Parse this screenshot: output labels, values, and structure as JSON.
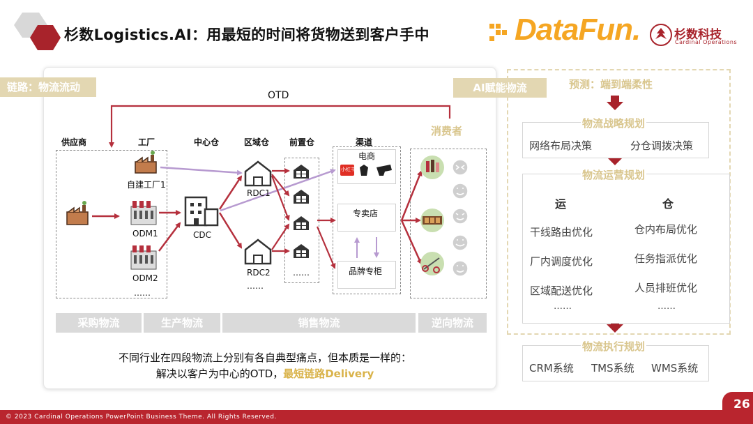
{
  "header": {
    "title": "杉数Logistics.AI：用最短的时间将货物送到客户手中",
    "logo_datafun": "DataFun.",
    "logo_cardinal_cn": "杉数科技",
    "logo_cardinal_en": "Cardinal Operations"
  },
  "diagram": {
    "chain_label": "链路：物流流动",
    "ai_label": "AI赋能物流",
    "otd_label": "OTD",
    "consumer_label": "消费者",
    "columns": {
      "supplier": "供应商",
      "factory": "工厂",
      "central_warehouse": "中心仓",
      "regional_warehouse": "区域仓",
      "front_warehouse": "前置仓",
      "channel": "渠道"
    },
    "nodes": {
      "own_factory": "自建工厂1",
      "odm1": "ODM1",
      "odm2": "ODM2",
      "factory_more": "……",
      "cdc": "CDC",
      "rdc1": "RDC1",
      "rdc2": "RDC2",
      "rdc_more": "……",
      "front_more": "……",
      "ecommerce": "电商",
      "xiaohongshu": "小红书",
      "specialty_store": "专卖店",
      "brand_counter": "品牌专柜"
    },
    "stages": [
      "采购物流",
      "生产物流",
      "销售物流",
      "逆向物流"
    ],
    "note_line1": "不同行业在四段物流上分别有各自典型痛点，但本质是一样的：",
    "note_line2_prefix": "解决以客户为中心的OTD，",
    "note_line2_highlight": "最短链路Delivery"
  },
  "ai_panel": {
    "forecast": "预测：端到端柔性",
    "strategy_title": "物流战略规划",
    "strategy_items": [
      "网络布局决策",
      "分仓调拨决策"
    ],
    "operation_title": "物流运营规划",
    "transport_head": "运",
    "warehouse_head": "仓",
    "transport_items": [
      "干线路由优化",
      "厂内调度优化",
      "区域配送优化",
      "……"
    ],
    "warehouse_items": [
      "仓内布局优化",
      "任务指派优化",
      "人员排班优化",
      "……"
    ],
    "execution_title": "物流执行规划",
    "execution_items": [
      "CRM系统",
      "TMS系统",
      "WMS系统"
    ]
  },
  "footer": {
    "copyright": "© 2023 Cardinal Operations PowerPoint Business Theme. All Rights Reserved.",
    "page_number": "26"
  },
  "colors": {
    "brand_red": "#b9252e",
    "arrow_red": "#b5303d",
    "arrow_purple": "#b79ad0",
    "gold": "#d9c68e",
    "datafun_orange": "#f5a623"
  }
}
